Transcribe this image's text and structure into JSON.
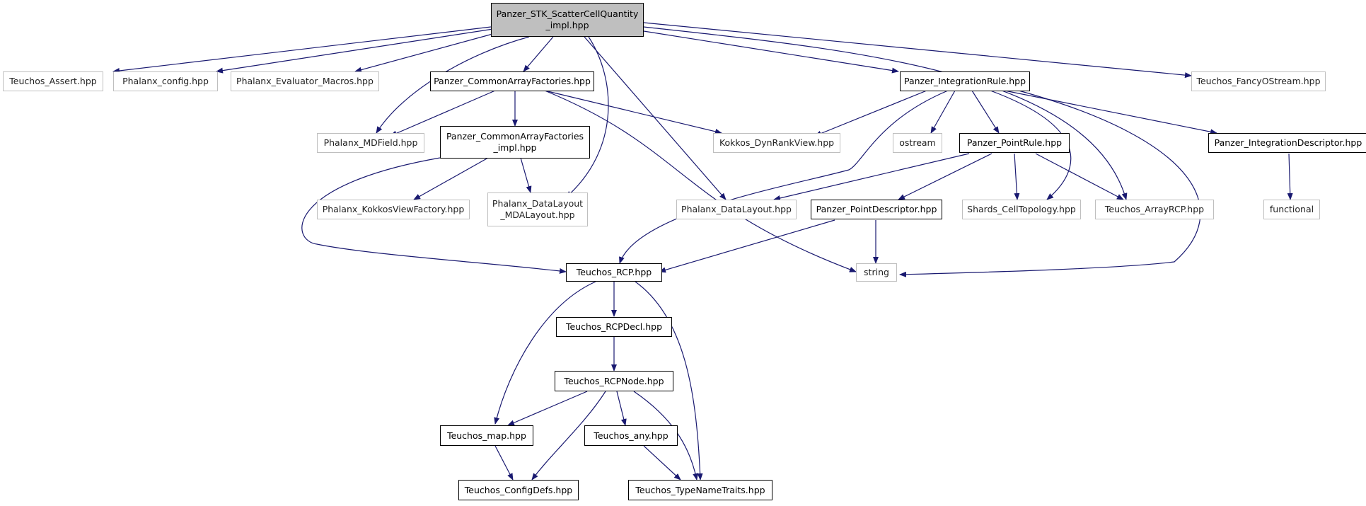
{
  "edge_color": "#191970",
  "nodes": {
    "root": "Panzer_STK_ScatterCellQuantity\n_impl.hpp",
    "teuchos_assert": "Teuchos_Assert.hpp",
    "phalanx_config": "Phalanx_config.hpp",
    "phalanx_evaluator_macros": "Phalanx_Evaluator_Macros.hpp",
    "panzer_common_array_factories": "Panzer_CommonArrayFactories.hpp",
    "panzer_integration_rule": "Panzer_IntegrationRule.hpp",
    "teuchos_fancy_ostream": "Teuchos_FancyOStream.hpp",
    "phalanx_mdfield": "Phalanx_MDField.hpp",
    "panzer_common_array_factories_impl": "Panzer_CommonArrayFactories\n_impl.hpp",
    "kokkos_dynrankview": "Kokkos_DynRankView.hpp",
    "ostream": "ostream",
    "panzer_point_rule": "Panzer_PointRule.hpp",
    "panzer_integration_descriptor": "Panzer_IntegrationDescriptor.hpp",
    "phalanx_kokkos_view_factory": "Phalanx_KokkosViewFactory.hpp",
    "phalanx_datalayout_mdalayout": "Phalanx_DataLayout\n_MDALayout.hpp",
    "phalanx_datalayout": "Phalanx_DataLayout.hpp",
    "panzer_point_descriptor": "Panzer_PointDescriptor.hpp",
    "shards_cell_topology": "Shards_CellTopology.hpp",
    "teuchos_arrayrcp": "Teuchos_ArrayRCP.hpp",
    "functional": "functional",
    "teuchos_rcp": "Teuchos_RCP.hpp",
    "string": "string",
    "teuchos_rcpdecl": "Teuchos_RCPDecl.hpp",
    "teuchos_rcpnode": "Teuchos_RCPNode.hpp",
    "teuchos_map": "Teuchos_map.hpp",
    "teuchos_any": "Teuchos_any.hpp",
    "teuchos_configdefs": "Teuchos_ConfigDefs.hpp",
    "teuchos_typenametraits": "Teuchos_TypeNameTraits.hpp"
  }
}
